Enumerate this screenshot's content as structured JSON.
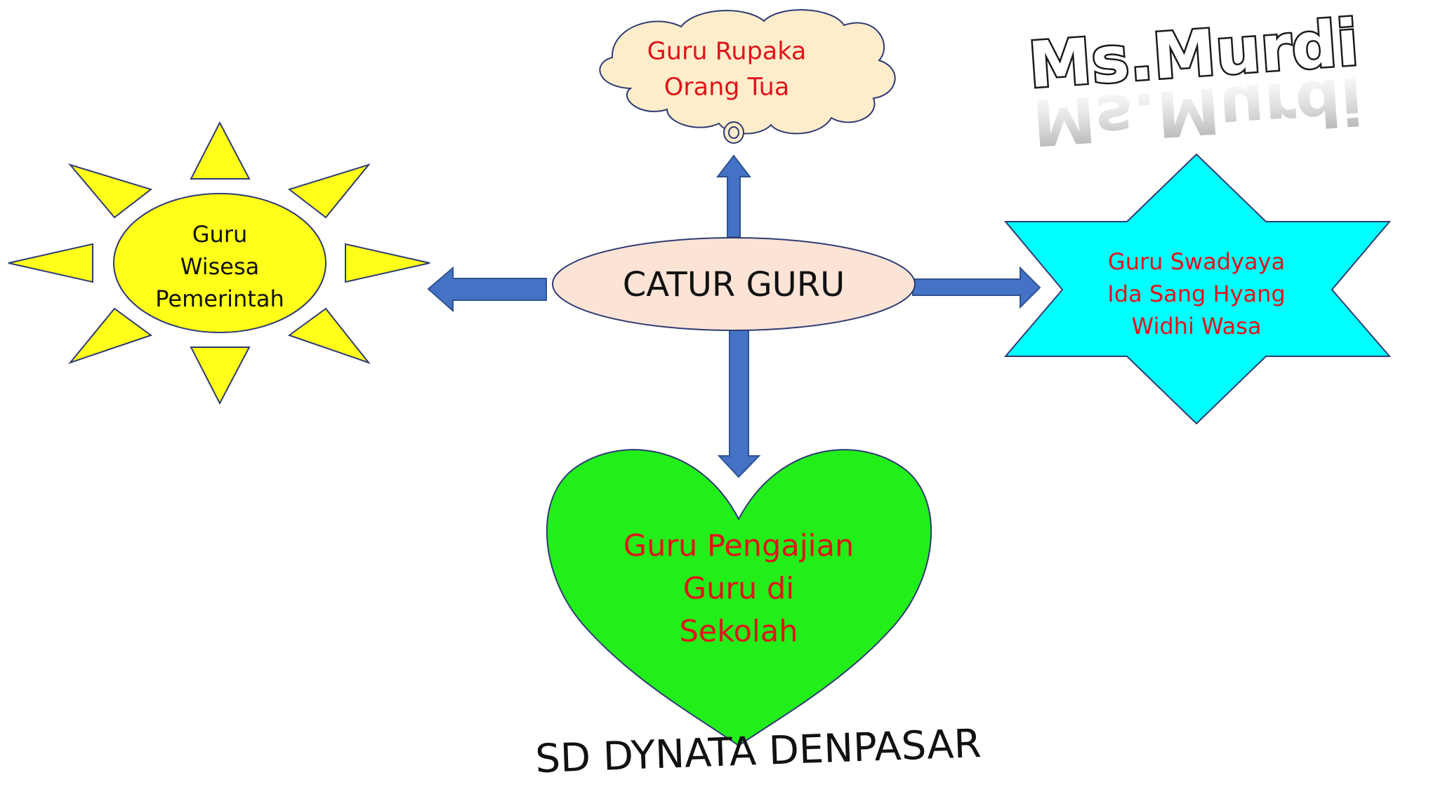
{
  "center": {
    "label": "CATUR GURU"
  },
  "nodes": {
    "sun": {
      "lines": [
        "Guru",
        "Wisesa",
        "Pemerintah"
      ]
    },
    "cloud": {
      "lines": [
        "Guru Rupaka",
        "Orang Tua"
      ]
    },
    "star": {
      "lines": [
        "Guru Swadyaya",
        "Ida Sang Hyang",
        "Widhi Wasa"
      ]
    },
    "heart": {
      "lines": [
        "Guru Pengajian",
        "Guru di",
        "Sekolah"
      ]
    }
  },
  "watermark": "Ms.Murdi",
  "footer": "SD DYNATA DENPASAR",
  "colors": {
    "arrow": "#4472c4",
    "sun": "#ffff1a",
    "cloud": "#fdedcb",
    "star": "#00ffff",
    "heart": "#22ee1a",
    "center": "#fbe3d6",
    "node_text_red": "#e0141a",
    "text_dark": "#111111"
  }
}
